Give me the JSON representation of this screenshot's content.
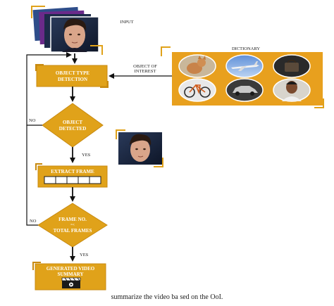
{
  "labels": {
    "input": "INPUT",
    "dictionary": "DICTIONARY",
    "object_of_interest_line1": "OBJECT OF",
    "object_of_interest_line2": "INTEREST",
    "object_type_detection_line1": "OBJECT TYPE",
    "object_type_detection_line2": "DETECTION",
    "object_detected_line1": "OBJECT",
    "object_detected_line2": "DETECTED",
    "extract_frame": "EXTRACT FRAME",
    "frame_no_line1": "FRAME NO.",
    "frame_no_line2": "=<",
    "frame_no_line3": "TOTAL FRAMES",
    "generated_video_line1": "GENERATED VIDEO",
    "generated_video_line2": "SUMMARY",
    "no_1": "NO",
    "no_2": "NO",
    "yes_1": "YES",
    "yes_2": "YES"
  },
  "dictionary_items": [
    "cat",
    "airplane",
    "bag",
    "bicycle",
    "car",
    "person"
  ],
  "caption": "summarize the video ba sed on the OoI.",
  "colors": {
    "gold": "#e0a21a",
    "gold_dark": "#c88a10",
    "dictionary_bg": "#e8a01e",
    "arrow": "#111111"
  }
}
